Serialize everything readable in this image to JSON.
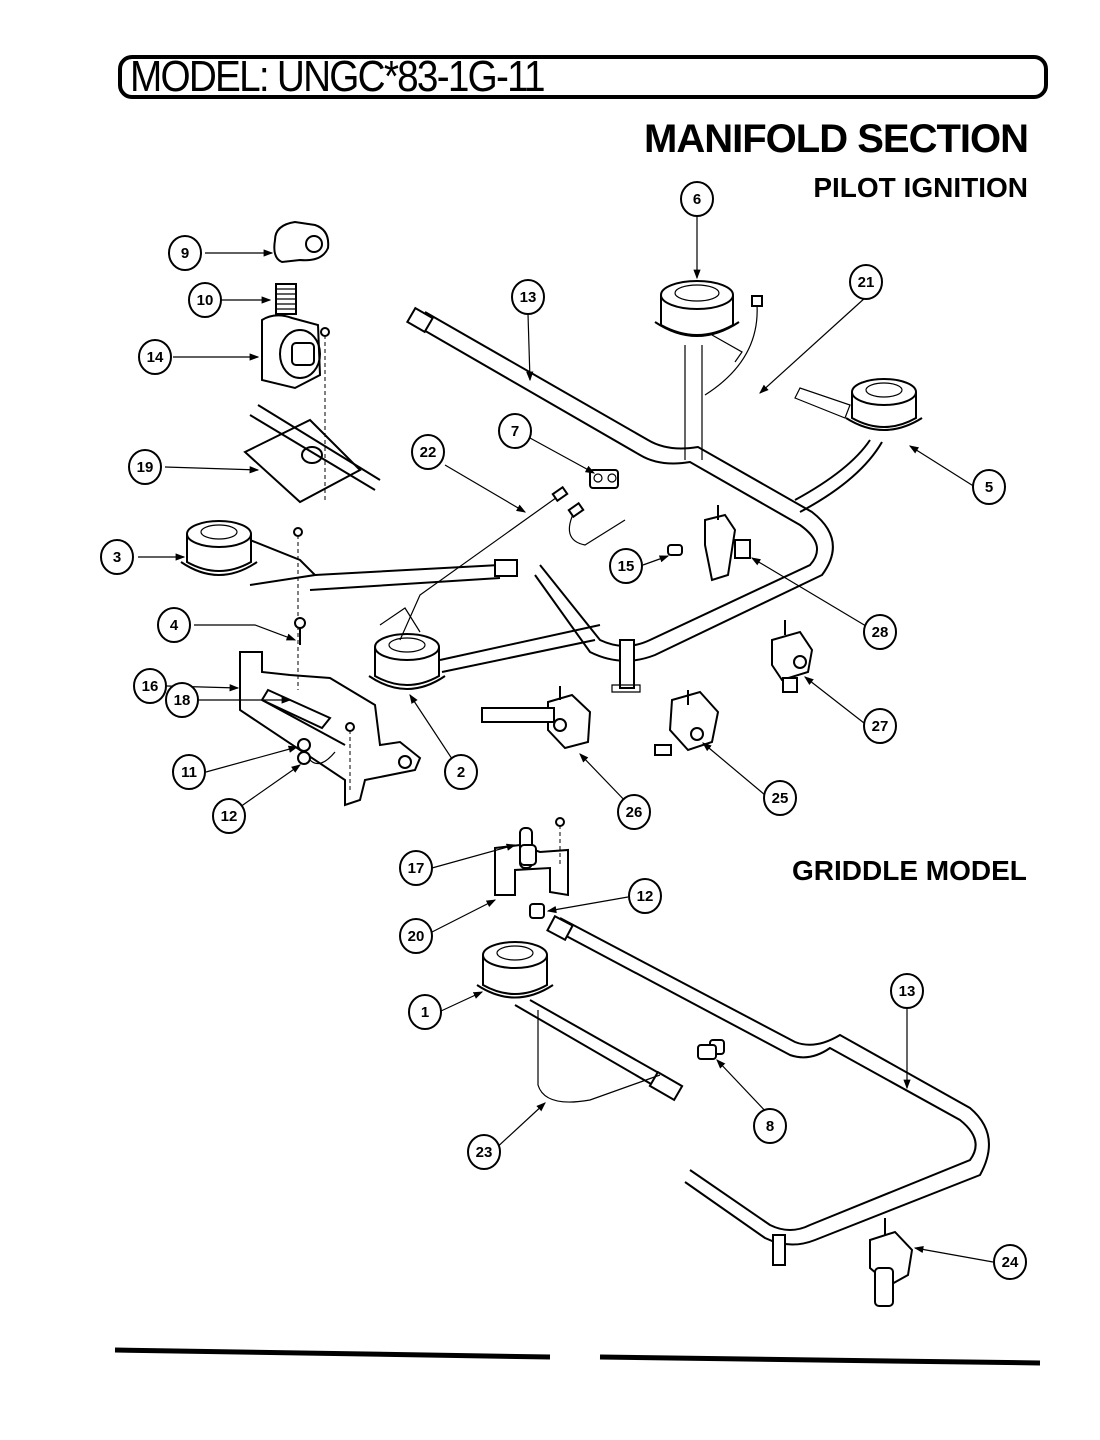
{
  "header": {
    "model_label": "MODEL: UNGC*83-1G-11",
    "section_title": "MANIFOLD SECTION",
    "section_subtitle": "PILOT IGNITION",
    "griddle_label": "GRIDDLE MODEL"
  },
  "callouts": [
    {
      "id": "c1",
      "label": "1"
    },
    {
      "id": "c2",
      "label": "2"
    },
    {
      "id": "c3",
      "label": "3"
    },
    {
      "id": "c4",
      "label": "4"
    },
    {
      "id": "c5",
      "label": "5"
    },
    {
      "id": "c6",
      "label": "6"
    },
    {
      "id": "c7",
      "label": "7"
    },
    {
      "id": "c8",
      "label": "8"
    },
    {
      "id": "c9",
      "label": "9"
    },
    {
      "id": "c10",
      "label": "10"
    },
    {
      "id": "c11",
      "label": "11"
    },
    {
      "id": "c12a",
      "label": "12"
    },
    {
      "id": "c12b",
      "label": "12"
    },
    {
      "id": "c13a",
      "label": "13"
    },
    {
      "id": "c13b",
      "label": "13"
    },
    {
      "id": "c14",
      "label": "14"
    },
    {
      "id": "c15",
      "label": "15"
    },
    {
      "id": "c16",
      "label": "16"
    },
    {
      "id": "c17",
      "label": "17"
    },
    {
      "id": "c18",
      "label": "18"
    },
    {
      "id": "c19",
      "label": "19"
    },
    {
      "id": "c20",
      "label": "20"
    },
    {
      "id": "c21",
      "label": "21"
    },
    {
      "id": "c22",
      "label": "22"
    },
    {
      "id": "c23",
      "label": "23"
    },
    {
      "id": "c24",
      "label": "24"
    },
    {
      "id": "c25",
      "label": "25"
    },
    {
      "id": "c26",
      "label": "26"
    },
    {
      "id": "c27",
      "label": "27"
    },
    {
      "id": "c28",
      "label": "28"
    }
  ]
}
